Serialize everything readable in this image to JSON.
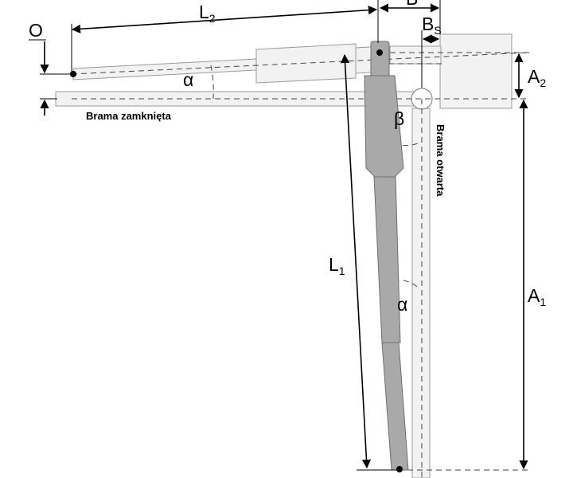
{
  "diagram": {
    "labels": {
      "L2_main": "L",
      "L2_sub": "2",
      "L1_main": "L",
      "L1_sub": "1",
      "A2_main": "A",
      "A2_sub": "2",
      "A1_main": "A",
      "A1_sub": "1",
      "B": "B",
      "BS_main": "B",
      "BS_sub": "S",
      "O": "O",
      "alpha": "α",
      "beta": "β",
      "gate_closed": "Brama zamknięta",
      "gate_open": "Brama otwarta"
    },
    "colors": {
      "actuator_open": "#a9a9a9",
      "actuator_closed": "#f2f2f2",
      "outline": "#9a9a9a"
    }
  }
}
